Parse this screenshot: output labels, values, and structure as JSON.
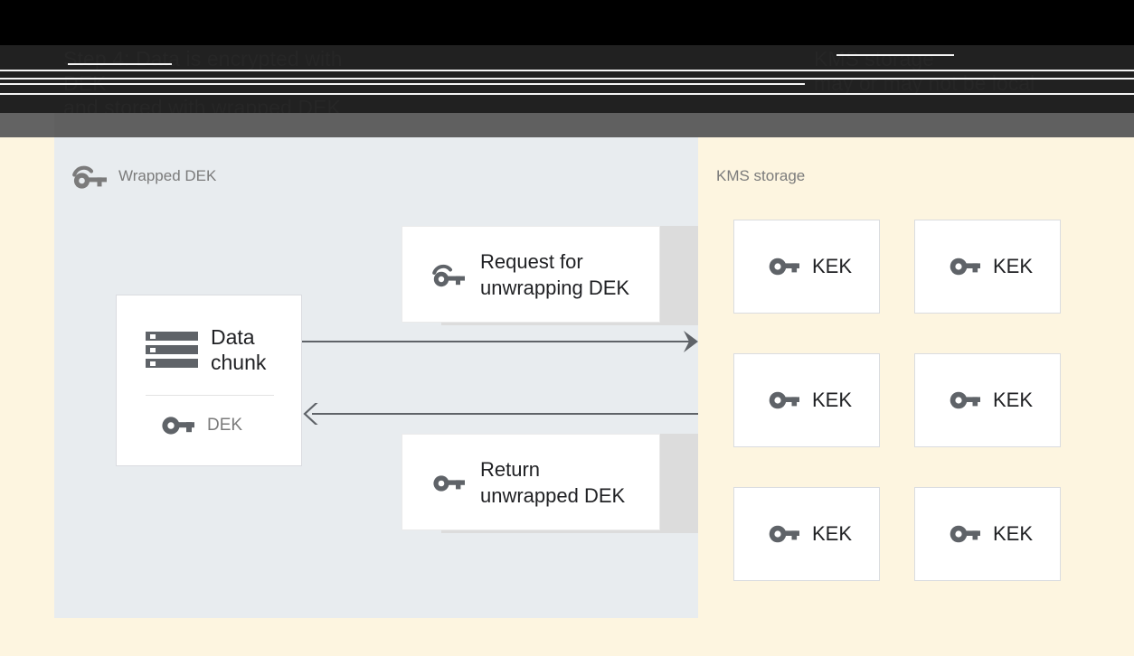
{
  "chrome": {
    "title_left": "Step 4: Data is encrypted with DEK\nand stored with wrapped DEK",
    "title_right": "KMS storage\nmay or may not be local"
  },
  "panels": {
    "wrapped": {
      "label": "Wrapped DEK",
      "icon": "wrapped-key-icon",
      "background": "#e8ecef"
    },
    "kms": {
      "label": "KMS storage",
      "background": "#fdf5e0"
    }
  },
  "data_chunk": {
    "icon": "storage-icon",
    "title": "Data\nchunk",
    "key_icon": "key-icon",
    "key_label": "DEK"
  },
  "messages": [
    {
      "icon": "wrapped-key-icon",
      "label": "Request for\nunwrapping DEK",
      "direction": "right"
    },
    {
      "icon": "key-icon",
      "label": "Return\nunwrapped DEK",
      "direction": "left"
    }
  ],
  "arrows": [
    {
      "name": "request-arrow",
      "direction": "right"
    },
    {
      "name": "return-arrow",
      "direction": "left"
    }
  ],
  "kek_boxes": [
    {
      "icon": "key-icon",
      "label": "KEK"
    },
    {
      "icon": "key-icon",
      "label": "KEK"
    },
    {
      "icon": "key-icon",
      "label": "KEK"
    },
    {
      "icon": "key-icon",
      "label": "KEK"
    },
    {
      "icon": "key-icon",
      "label": "KEK"
    },
    {
      "icon": "key-icon",
      "label": "KEK"
    }
  ],
  "colors": {
    "panel_wrapped_bg": "#e8ecef",
    "panel_kms_bg": "#fdf5e0",
    "card_bg": "#ffffff",
    "card_border": "#dadce0",
    "shadow": "#dcdcdc",
    "icon_gray": "#5f6368",
    "text_dark": "#202124",
    "text_muted": "#7b7b7b",
    "chrome_black": "#000000",
    "chrome_gray": "#606060"
  }
}
